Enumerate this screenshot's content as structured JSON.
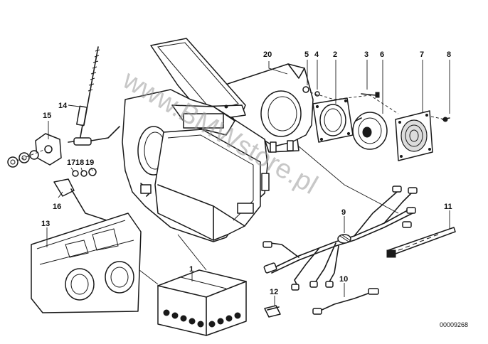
{
  "diagram": {
    "watermark": "www.BMWstore.pl",
    "reference_number": "00009268",
    "callouts": [
      {
        "id": "1",
        "label": "1"
      },
      {
        "id": "2",
        "label": "2"
      },
      {
        "id": "3",
        "label": "3"
      },
      {
        "id": "4",
        "label": "4"
      },
      {
        "id": "5",
        "label": "5"
      },
      {
        "id": "6",
        "label": "6"
      },
      {
        "id": "7",
        "label": "7"
      },
      {
        "id": "8",
        "label": "8"
      },
      {
        "id": "9",
        "label": "9"
      },
      {
        "id": "10",
        "label": "10"
      },
      {
        "id": "11",
        "label": "11"
      },
      {
        "id": "12",
        "label": "12"
      },
      {
        "id": "13",
        "label": "13"
      },
      {
        "id": "14",
        "label": "14"
      },
      {
        "id": "15",
        "label": "15"
      },
      {
        "id": "16",
        "label": "16"
      },
      {
        "id": "17",
        "label": "17"
      },
      {
        "id": "18",
        "label": "18"
      },
      {
        "id": "19",
        "label": "19"
      },
      {
        "id": "20",
        "label": "20"
      }
    ]
  }
}
